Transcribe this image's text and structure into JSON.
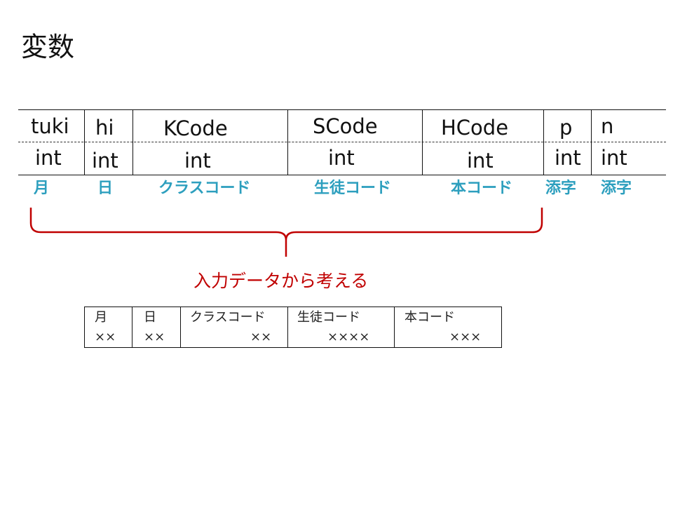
{
  "slide": {
    "title": "変数"
  },
  "variables": {
    "names": [
      "tuki",
      "hi",
      "KCode",
      "SCode",
      "HCode",
      "p",
      "n"
    ],
    "types": [
      "int",
      "int",
      "int",
      "int",
      "int",
      "int",
      "int"
    ],
    "meanings": [
      "月",
      "日",
      "クラスコード",
      "生徒コード",
      "本コード",
      "添字",
      "添字"
    ]
  },
  "caption": "入力データから考える",
  "input_table": {
    "headers": [
      "月",
      "日",
      "クラスコード",
      "生徒コード",
      "本コード"
    ],
    "values": [
      "××",
      "××",
      "××",
      "××××",
      "×××"
    ]
  },
  "colors": {
    "label": "#2d9fbe",
    "caption": "#c00000",
    "brace": "#c00000"
  }
}
